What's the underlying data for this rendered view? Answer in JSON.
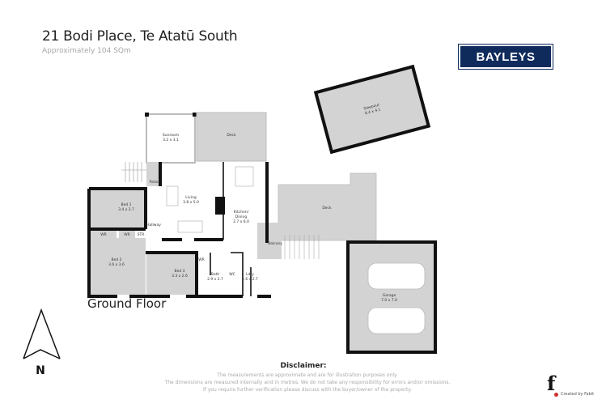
{
  "header": {
    "title": "21 Bodi Place, Te Atatū South",
    "subtitle": "Approximately 104 SQm"
  },
  "brand": {
    "logo_text": "BAYLEYS",
    "logo_color": "#0f2b5b"
  },
  "plan": {
    "floor_label": "Ground Floor",
    "rooms": [
      {
        "name": "Sleepout",
        "dims": "8.4 x 4.1"
      },
      {
        "name": "Sunroom",
        "dims": "3.2 x 3.1"
      },
      {
        "name": "Deck",
        "dims": ""
      },
      {
        "name": "Patio",
        "dims": ""
      },
      {
        "name": "Bed 1",
        "dims": "3.4 x 2.7"
      },
      {
        "name": "Living",
        "dims": "3.8 x 5.0"
      },
      {
        "name": "Kitchen/",
        "dims": "Dining"
      },
      {
        "name": "Kitchen dims",
        "dims": "2.7 x 6.0"
      },
      {
        "name": "Hallway",
        "dims": ""
      },
      {
        "name": "WR",
        "dims": ""
      },
      {
        "name": "WR",
        "dims": ""
      },
      {
        "name": "STR",
        "dims": ""
      },
      {
        "name": "Balcony",
        "dims": ""
      },
      {
        "name": "Deck",
        "dims": ""
      },
      {
        "name": "Bed 2",
        "dims": "3.6 x 3.6"
      },
      {
        "name": "Bed 3",
        "dims": "3.3 x 2.6"
      },
      {
        "name": "WR",
        "dims": ""
      },
      {
        "name": "Bath",
        "dims": "2.9 x 2.7"
      },
      {
        "name": "WC",
        "dims": ""
      },
      {
        "name": "Ldry",
        "dims": "1.6 x 2.7"
      },
      {
        "name": "Garage",
        "dims": "7.0 x 7.0"
      }
    ],
    "north_label": "N",
    "wall_color": "#111111",
    "room_fill": "#d3d3d3"
  },
  "disclaimer": {
    "title": "Disclaimer:",
    "lines": [
      "The measurements are approximate and are for illustration purposes only.",
      "The dimensions are measured internally and in metres. We do not take any responsibility for errors and/or omissions.",
      "If you require further verification please discuss with the buyer/owner of the property."
    ]
  },
  "credit": {
    "logo_glyph": "f",
    "text": "Created by Fabit"
  }
}
